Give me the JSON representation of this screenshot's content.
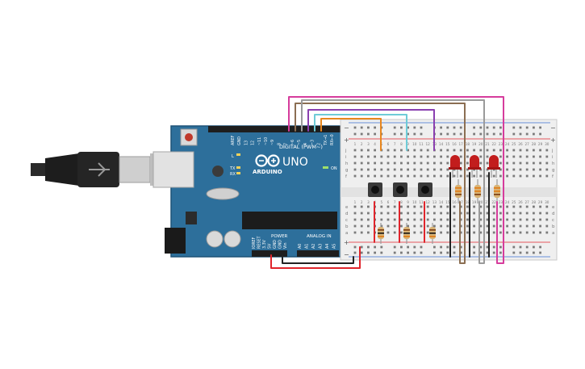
{
  "board": {
    "brand": "ARDUINO",
    "model": "UNO",
    "digital_label": "DIGITAL (PWM~)",
    "power_label": "POWER",
    "analog_label": "ANALOG IN",
    "on_label": "ON",
    "tx_label": "TX",
    "rx_label": "RX",
    "l_label": "L",
    "digital_pins": [
      "AREF",
      "GND",
      "13",
      "12",
      "~11",
      "~10",
      "~9",
      "8",
      "7",
      "~6",
      "~5",
      "4",
      "~3",
      "2",
      "TX→1",
      "RX←0"
    ],
    "power_pins": [
      "IOREF",
      "RESET",
      "3.3V",
      "5V",
      "GND",
      "GND",
      "Vin"
    ],
    "analog_pins": [
      "A0",
      "A1",
      "A2",
      "A3",
      "A4",
      "A5"
    ]
  },
  "breadboard": {
    "row_letters_top": [
      "j",
      "i",
      "h",
      "g",
      "f"
    ],
    "row_letters_bottom": [
      "e",
      "d",
      "c",
      "b",
      "a"
    ],
    "column_numbers": [
      "1",
      "2",
      "3",
      "4",
      "5",
      "6",
      "7",
      "8",
      "9",
      "10",
      "11",
      "12",
      "13",
      "14",
      "15",
      "16",
      "17",
      "18",
      "19",
      "20",
      "21",
      "22",
      "23",
      "24",
      "25",
      "26",
      "27",
      "28",
      "29",
      "30"
    ],
    "rail_minus": "−",
    "rail_plus": "+"
  },
  "colors": {
    "board_blue": "#2d6f9b",
    "wire_red": "#e0242b",
    "wire_black": "#222222",
    "wire_orange": "#e8871e",
    "wire_cyan": "#6ecbd7",
    "wire_purple": "#8a3fb0",
    "wire_brown": "#8b6e52",
    "wire_gray": "#9a9a9a",
    "wire_magenta": "#d63c9c",
    "led_red": "#c21d1d"
  }
}
